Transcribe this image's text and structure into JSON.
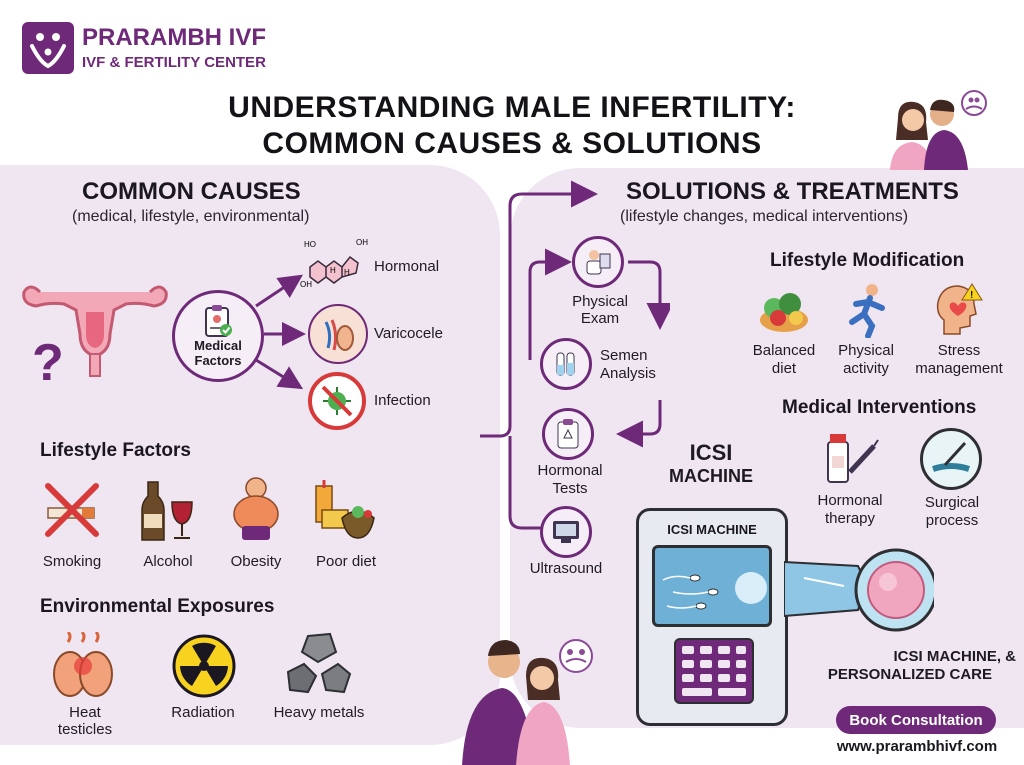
{
  "brand": {
    "name": "PRARAMBH IVF",
    "tagline": "IVF & FERTILITY CENTER",
    "color": "#6e2a78"
  },
  "title": {
    "line1": "UNDERSTANDING MALE INFERTILITY:",
    "line2": "COMMON CAUSES & SOLUTIONS"
  },
  "causes": {
    "heading": "COMMON CAUSES",
    "subheading": "(medical, lifestyle, environmental)",
    "medical": {
      "label_line1": "Medical",
      "label_line2": "Factors",
      "items": [
        "Hormonal",
        "Varicocele",
        "Infection"
      ],
      "molecule_labels": [
        "HO",
        "OH",
        "H",
        "H",
        "OH"
      ]
    },
    "lifestyle": {
      "heading": "Lifestyle Factors",
      "items": [
        "Smoking",
        "Alcohol",
        "Obesity",
        "Poor diet"
      ]
    },
    "environmental": {
      "heading": "Environmental Exposures",
      "items": [
        {
          "line1": "Heat",
          "line2": "testicles"
        },
        {
          "line1": "Radiation",
          "line2": ""
        },
        {
          "line1": "Heavy metals",
          "line2": ""
        }
      ]
    }
  },
  "solutions": {
    "heading": "SOLUTIONS & TREATMENTS",
    "subheading": "(lifestyle changes, medical interventions)",
    "steps": [
      {
        "line1": "Physical",
        "line2": "Exam"
      },
      {
        "line1": "Semen",
        "line2": "Analysis"
      },
      {
        "line1": "Hormonal",
        "line2": "Tests"
      },
      {
        "line1": "Ultrasound",
        "line2": ""
      }
    ],
    "lifestyle": {
      "heading": "Lifestyle Modification",
      "items": [
        {
          "line1": "Balanced",
          "line2": "diet"
        },
        {
          "line1": "Physical",
          "line2": "activity"
        },
        {
          "line1": "Stress",
          "line2": "management"
        }
      ]
    },
    "medical": {
      "heading": "Medical Interventions",
      "items": [
        {
          "line1": "Hormonal",
          "line2": "therapy"
        },
        {
          "line1": "Surgical",
          "line2": "process"
        }
      ]
    },
    "icsi": {
      "label_line1": "ICSI",
      "label_line2": "MACHINE",
      "screen_label": "ICSI MACHINE",
      "caption_line1": "ICSI MACHINE, &",
      "caption_line2": "PERSONALIZED CARE"
    }
  },
  "cta": {
    "button": "Book Consultation",
    "website": "www.prarambhivf.com"
  }
}
